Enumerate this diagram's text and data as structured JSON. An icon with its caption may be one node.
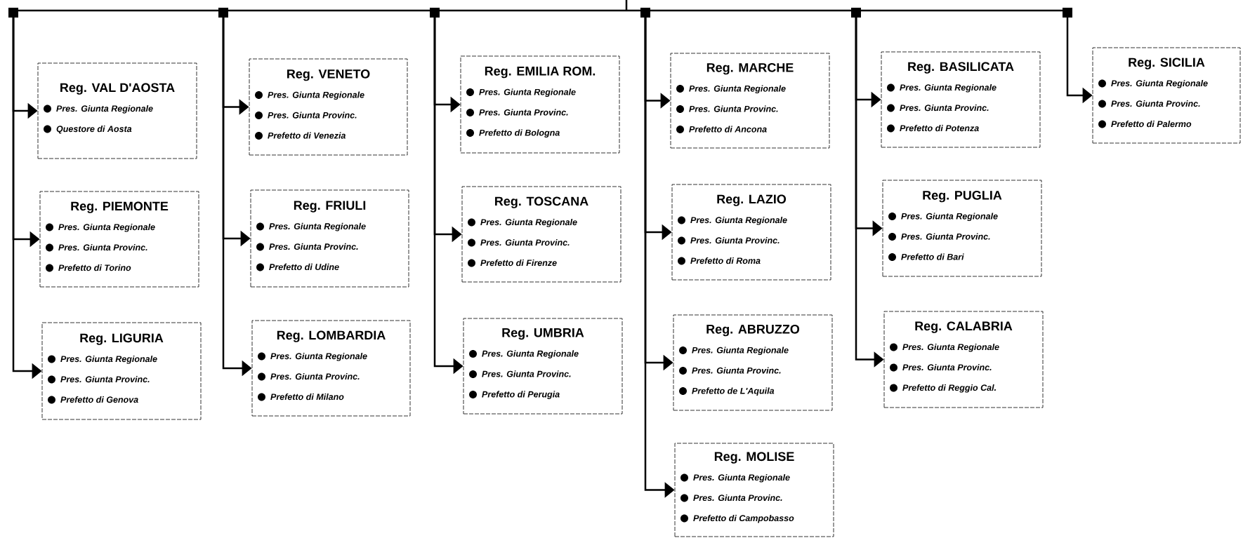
{
  "diagram": {
    "nodes": [
      {
        "text": [
          "Reg. VAL D'AOSTA",
          "Pres. Giunta Regionale",
          "Questore di Aosta"
        ]
      },
      {
        "text": [
          "Reg. PIEMONTE",
          "Pres. Giunta Regionale",
          "Pres. Giunta Provinc.",
          "Prefetto di Torino"
        ]
      },
      {
        "text": [
          "Reg. LIGURIA",
          "Pres. Giunta Regionale",
          "Pres. Giunta Provinc.",
          "Prefetto di Genova"
        ]
      },
      {
        "text": [
          "Reg. VENETO",
          "Pres. Giunta Regionale",
          "Pres. Giunta Provinc.",
          "Prefetto di Venezia"
        ]
      },
      {
        "text": [
          "Reg. FRIULI",
          "Pres. Giunta Regionale",
          "Pres. Giunta Provinc.",
          "Prefetto di Udine"
        ]
      },
      {
        "text": [
          "Reg. LOMBARDIA",
          "Pres. Giunta Regionale",
          "Pres. Giunta Provinc.",
          "Prefetto di Milano"
        ]
      },
      {
        "text": [
          "Reg. EMILIA ROM.",
          "Pres. Giunta Regionale",
          "Pres. Giunta Provinc.",
          "Prefetto di Bologna"
        ]
      },
      {
        "text": [
          "Reg. TOSCANA",
          "Pres. Giunta Regionale",
          "Pres. Giunta Provinc.",
          "Prefetto di Firenze"
        ]
      },
      {
        "text": [
          "Reg. UMBRIA",
          "Pres. Giunta Regionale",
          "Pres. Giunta Provinc.",
          "Prefetto di Perugia"
        ]
      },
      {
        "text": [
          "Reg. MARCHE",
          "Pres. Giunta Regionale",
          "Pres. Giunta Provinc.",
          "Prefetto di Ancona"
        ]
      },
      {
        "text": [
          "Reg. LAZIO",
          "Pres. Giunta Regionale",
          "Pres. Giunta Provinc.",
          "Prefetto di Roma"
        ]
      },
      {
        "text": [
          "Reg. ABRUZZO",
          "Pres. Giunta Regionale",
          "Pres. Giunta Provinc.",
          "Prefetto de L'Aquila"
        ]
      },
      {
        "text": [
          "Reg. MOLISE",
          "Pres. Giunta Regionale",
          "Pres. Giunta Provinc.",
          "Prefetto di Campobasso"
        ]
      },
      {
        "text": [
          "Reg. BASILICATA",
          "Pres. Giunta Regionale",
          "Pres. Giunta Provinc.",
          "Prefetto di Potenza"
        ]
      },
      {
        "text": [
          "Reg. PUGLIA",
          "Pres. Giunta Regionale",
          "Pres. Giunta Provinc.",
          "Prefetto di Bari"
        ]
      },
      {
        "text": [
          "Reg. CALABRIA",
          "Pres. Giunta Regionale",
          "Pres. Giunta Provinc.",
          "Prefetto di Reggio Cal."
        ]
      },
      {
        "text": [
          "Reg. SICILIA",
          "Pres. Giunta Regionale",
          "Pres. Giunta Provinc.",
          "Prefetto di Palermo"
        ]
      }
    ],
    "edges": [
      {
        "from": null,
        "to": 0,
        "arrow": "to"
      },
      {
        "from": null,
        "to": 1,
        "arrow": "to"
      },
      {
        "from": null,
        "to": 2,
        "arrow": "to"
      },
      {
        "from": null,
        "to": 3,
        "arrow": "to"
      },
      {
        "from": null,
        "to": 4,
        "arrow": "to"
      },
      {
        "from": null,
        "to": 5,
        "arrow": "to"
      },
      {
        "from": null,
        "to": 6,
        "arrow": "to"
      },
      {
        "from": null,
        "to": 7,
        "arrow": "to"
      },
      {
        "from": null,
        "to": 8,
        "arrow": "to"
      },
      {
        "from": null,
        "to": 9,
        "arrow": "to"
      },
      {
        "from": null,
        "to": 10,
        "arrow": "to"
      },
      {
        "from": null,
        "to": 11,
        "arrow": "to"
      },
      {
        "from": null,
        "to": 12,
        "arrow": "to"
      },
      {
        "from": null,
        "to": 13,
        "arrow": "to"
      },
      {
        "from": null,
        "to": 14,
        "arrow": "to"
      },
      {
        "from": null,
        "to": 15,
        "arrow": "to"
      },
      {
        "from": null,
        "to": 16,
        "arrow": "to"
      }
    ]
  }
}
